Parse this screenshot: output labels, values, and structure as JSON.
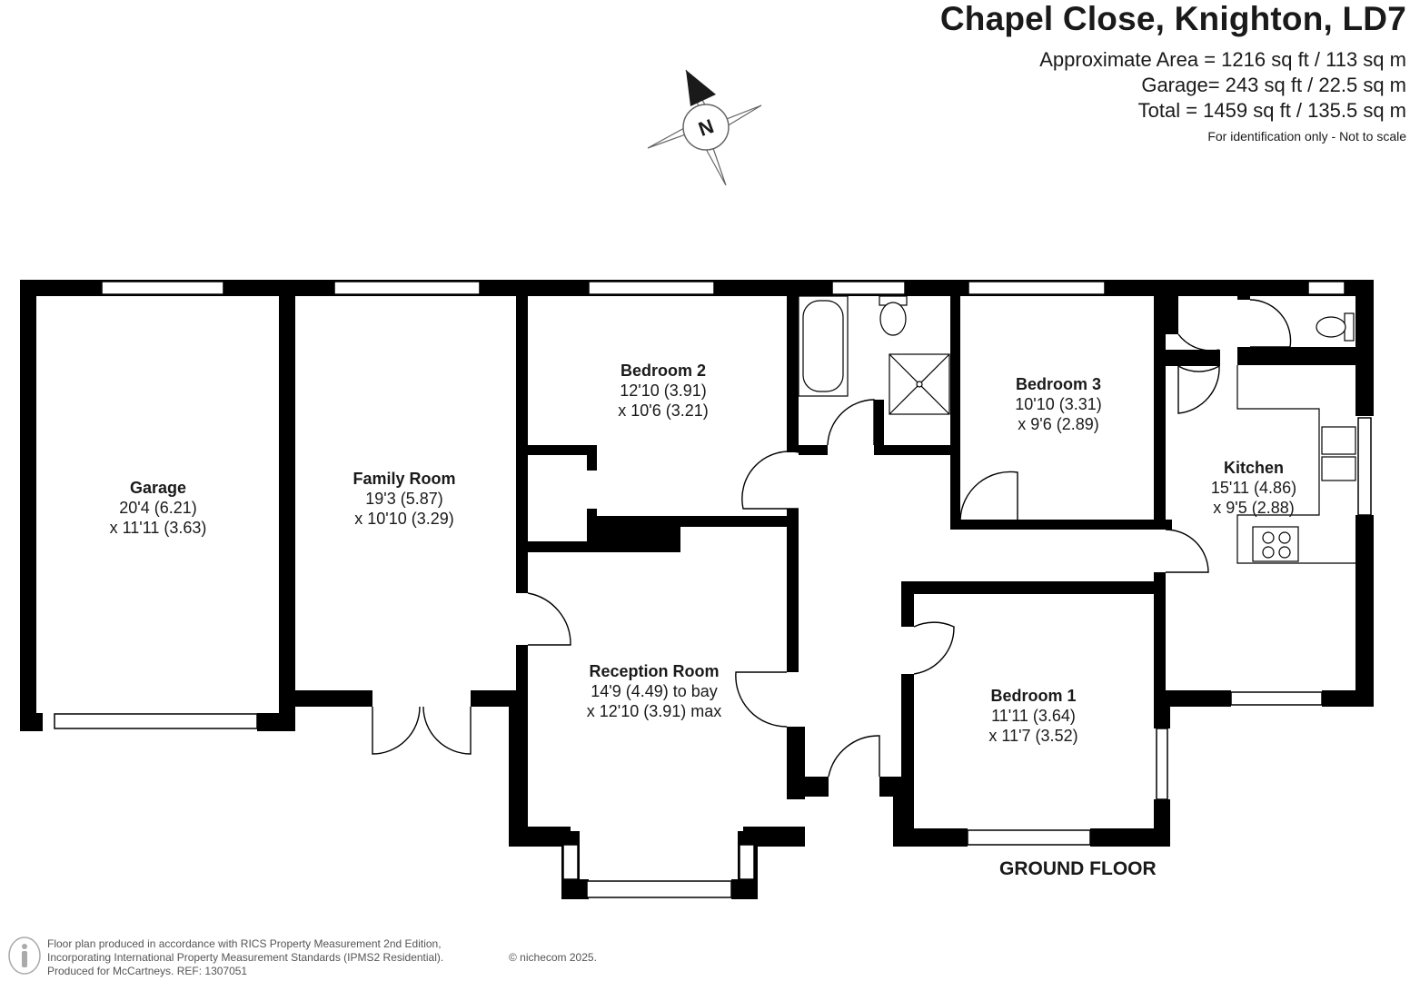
{
  "header": {
    "title": "Chapel Close, Knighton, LD7",
    "approx_area": "Approximate Area = 1216 sq ft / 113 sq m",
    "garage_area": "Garage= 243 sq ft / 22.5 sq m",
    "total_area": "Total = 1459 sq ft / 135.5 sq m",
    "note": "For identification only - Not to scale"
  },
  "compass": {
    "label": "N"
  },
  "rooms": {
    "garage": {
      "name": "Garage",
      "dim1": "20'4 (6.21)",
      "dim2": "x 11'11 (3.63)"
    },
    "family_room": {
      "name": "Family Room",
      "dim1": "19'3 (5.87)",
      "dim2": "x 10'10 (3.29)"
    },
    "bedroom2": {
      "name": "Bedroom 2",
      "dim1": "12'10 (3.91)",
      "dim2": "x 10'6 (3.21)"
    },
    "bedroom3": {
      "name": "Bedroom 3",
      "dim1": "10'10 (3.31)",
      "dim2": "x 9'6 (2.89)"
    },
    "kitchen": {
      "name": "Kitchen",
      "dim1": "15'11 (4.86)",
      "dim2": "x 9'5 (2.88)"
    },
    "reception": {
      "name": "Reception Room",
      "dim1": "14'9 (4.49) to bay",
      "dim2": "x 12'10 (3.91) max"
    },
    "bedroom1": {
      "name": "Bedroom 1",
      "dim1": "11'11 (3.64)",
      "dim2": "x 11'7 (3.52)"
    }
  },
  "floor_label": "GROUND FLOOR",
  "footer": {
    "line1": "Floor plan produced in accordance with RICS Property Measurement 2nd Edition,",
    "line2": "Incorporating International Property Measurement Standards (IPMS2 Residential).",
    "line3": "Produced for McCartneys.    REF: 1307051",
    "brand": "© nichecom 2025."
  }
}
